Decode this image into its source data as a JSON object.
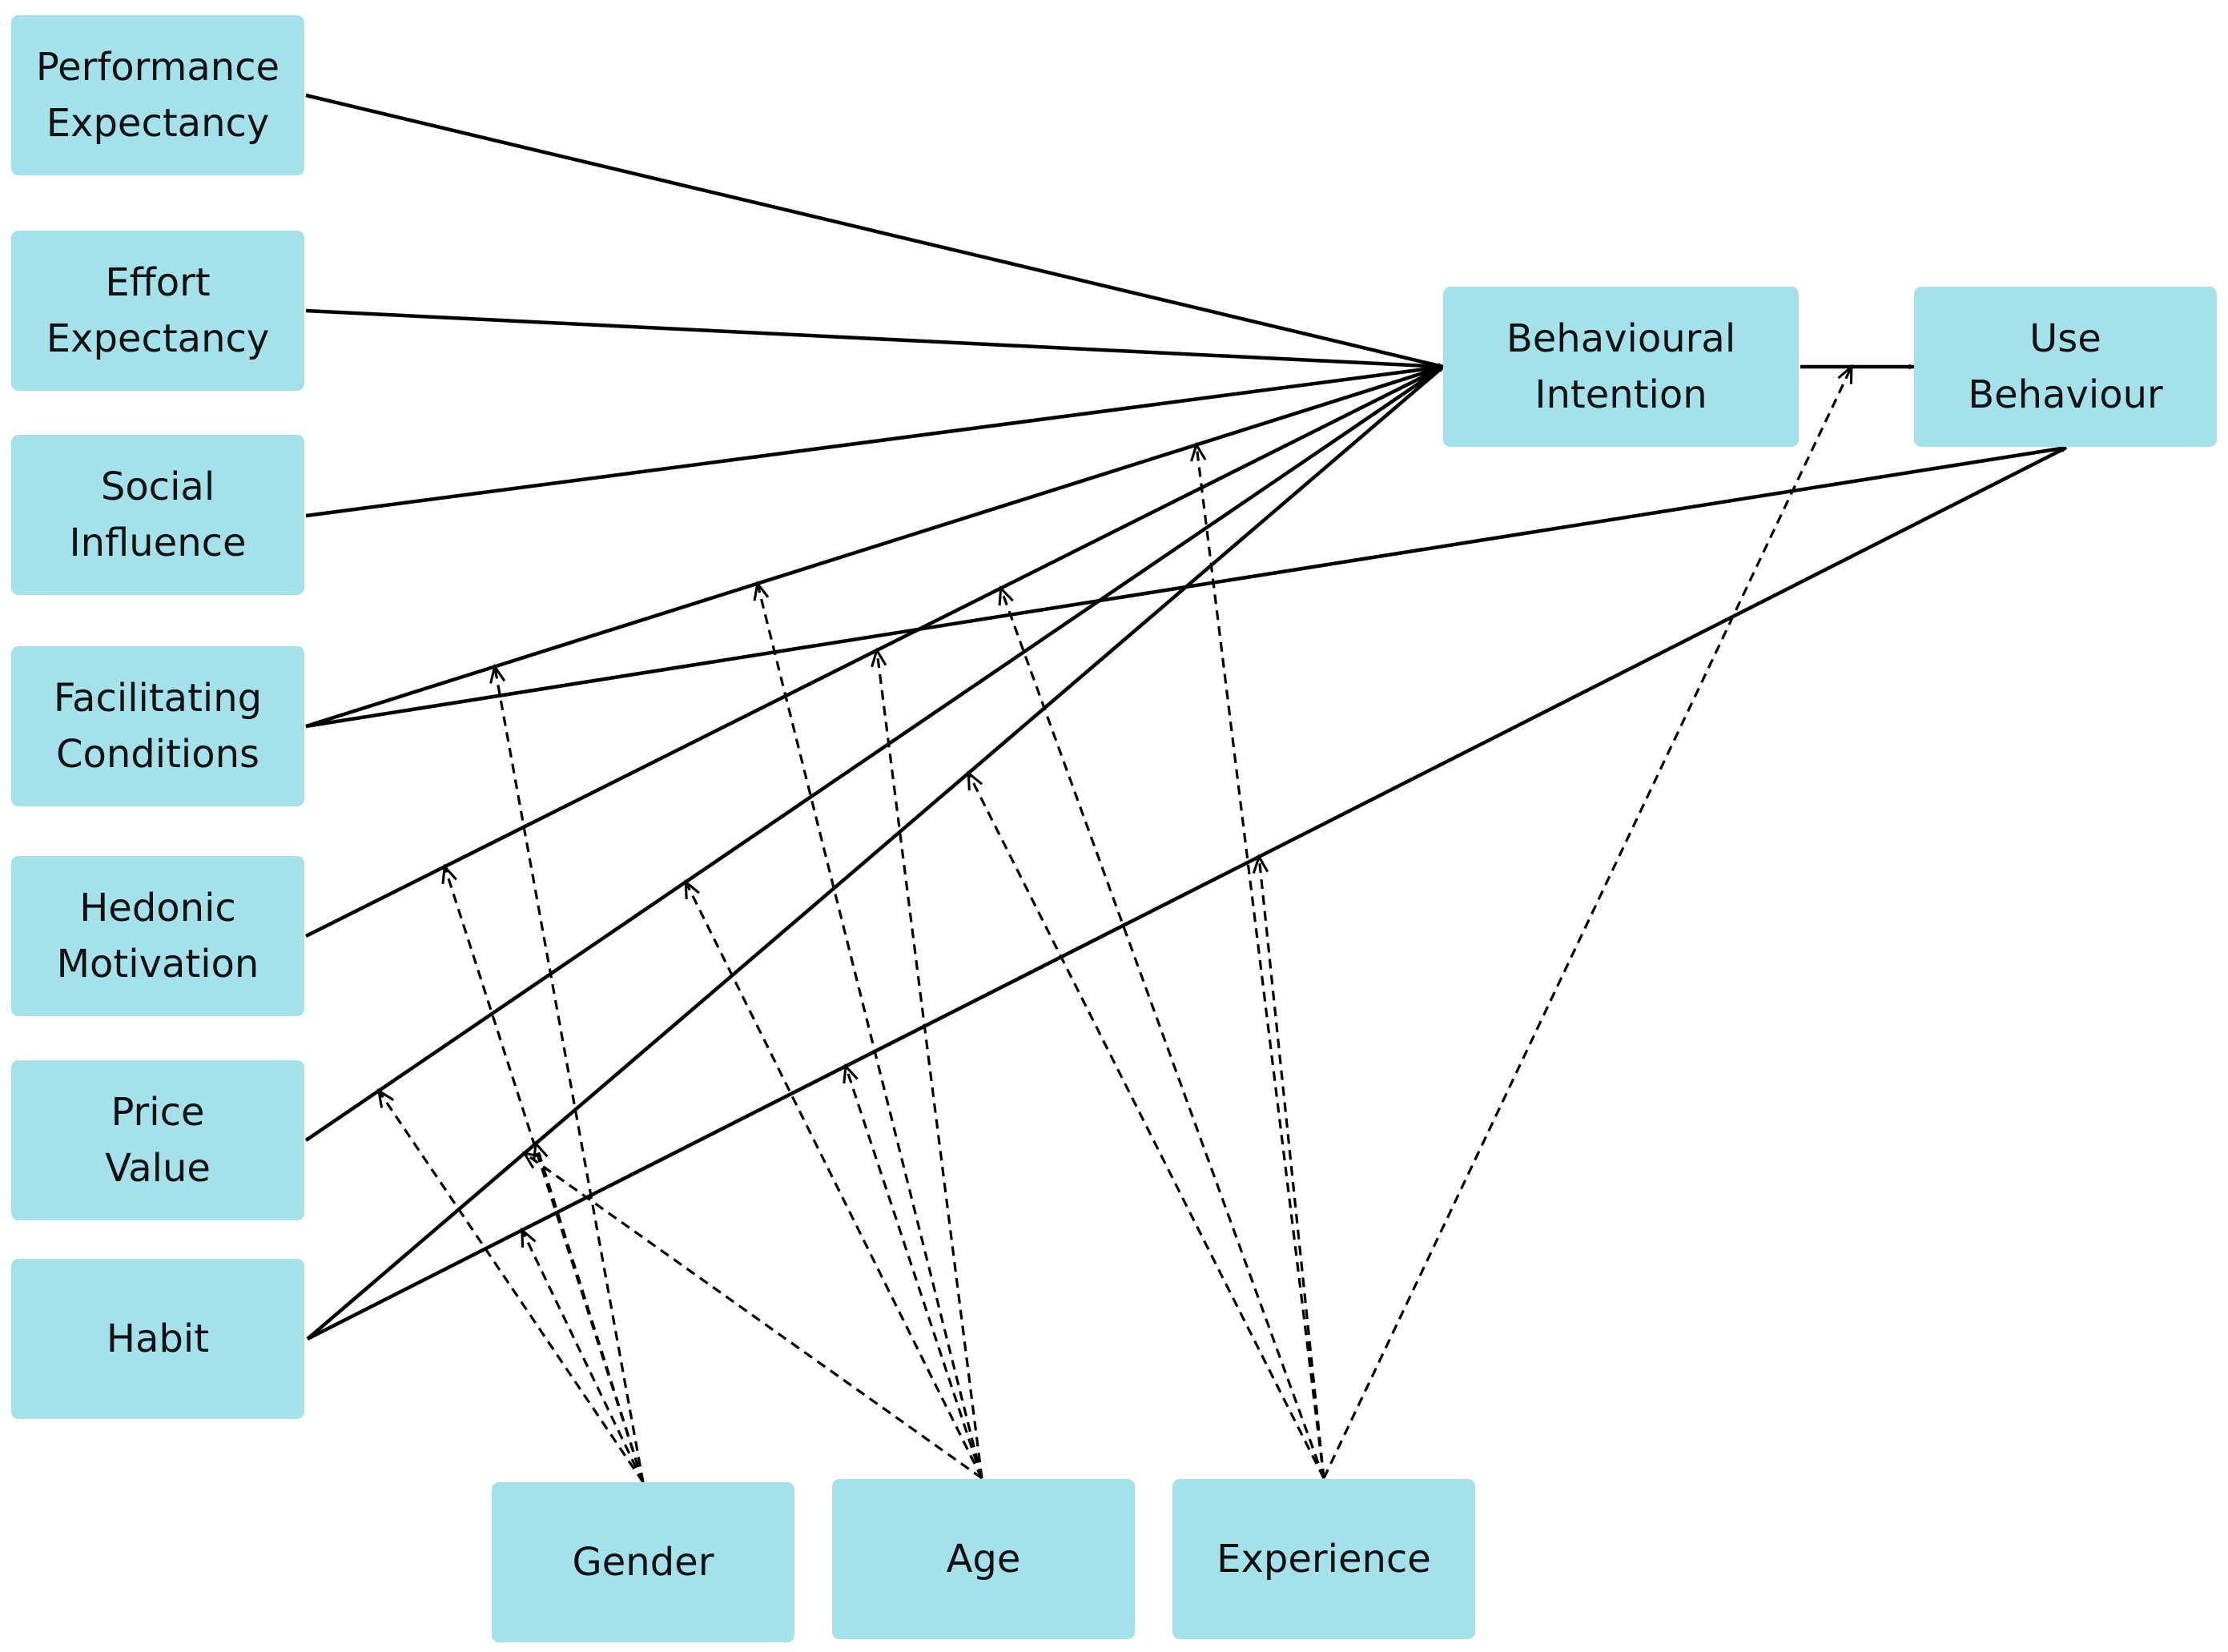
{
  "colors": {
    "box_fill": "#a4e1ea",
    "text": "#111111",
    "solid_arrow": "#000000",
    "dashed_arrow": "#000000"
  },
  "nodes": {
    "performance_expectancy": {
      "lines": [
        "Performance",
        "Expectancy"
      ]
    },
    "effort_expectancy": {
      "lines": [
        "Effort",
        "Expectancy"
      ]
    },
    "social_influence": {
      "lines": [
        "Social",
        "Influence"
      ]
    },
    "facilitating_conditions": {
      "lines": [
        "Facilitating",
        "Conditions"
      ]
    },
    "hedonic_motivation": {
      "lines": [
        "Hedonic",
        "Motivation"
      ]
    },
    "price_value": {
      "lines": [
        "Price",
        "Value"
      ]
    },
    "habit": {
      "lines": [
        "Habit"
      ]
    },
    "behavioural_intention": {
      "lines": [
        "Behavioural",
        "Intention"
      ]
    },
    "use_behaviour": {
      "lines": [
        "Use",
        "Behaviour"
      ]
    },
    "gender": {
      "lines": [
        "Gender"
      ]
    },
    "age": {
      "lines": [
        "Age"
      ]
    },
    "experience": {
      "lines": [
        "Experience"
      ]
    }
  },
  "direct_paths": [
    {
      "from": "performance_expectancy",
      "to": "behavioural_intention"
    },
    {
      "from": "effort_expectancy",
      "to": "behavioural_intention"
    },
    {
      "from": "social_influence",
      "to": "behavioural_intention"
    },
    {
      "from": "facilitating_conditions",
      "to": "behavioural_intention"
    },
    {
      "from": "hedonic_motivation",
      "to": "behavioural_intention"
    },
    {
      "from": "price_value",
      "to": "behavioural_intention"
    },
    {
      "from": "habit",
      "to": "behavioural_intention"
    },
    {
      "from": "behavioural_intention",
      "to": "use_behaviour"
    },
    {
      "from": "facilitating_conditions",
      "to": "use_behaviour"
    },
    {
      "from": "habit",
      "to": "use_behaviour"
    }
  ],
  "moderating_paths": [
    {
      "from": "gender",
      "moderates": [
        "facilitating_conditions",
        "behavioural_intention"
      ]
    },
    {
      "from": "gender",
      "moderates": [
        "hedonic_motivation",
        "behavioural_intention"
      ]
    },
    {
      "from": "gender",
      "moderates": [
        "habit",
        "behavioural_intention"
      ]
    },
    {
      "from": "gender",
      "moderates": [
        "habit",
        "use_behaviour"
      ]
    },
    {
      "from": "gender",
      "moderates": [
        "price_value",
        "behavioural_intention"
      ]
    },
    {
      "from": "age",
      "moderates": [
        "facilitating_conditions",
        "behavioural_intention"
      ]
    },
    {
      "from": "age",
      "moderates": [
        "hedonic_motivation",
        "behavioural_intention"
      ]
    },
    {
      "from": "age",
      "moderates": [
        "price_value",
        "behavioural_intention"
      ]
    },
    {
      "from": "age",
      "moderates": [
        "habit",
        "behavioural_intention"
      ]
    },
    {
      "from": "age",
      "moderates": [
        "habit",
        "use_behaviour"
      ]
    },
    {
      "from": "experience",
      "moderates": [
        "facilitating_conditions",
        "behavioural_intention"
      ]
    },
    {
      "from": "experience",
      "moderates": [
        "hedonic_motivation",
        "behavioural_intention"
      ]
    },
    {
      "from": "experience",
      "moderates": [
        "habit",
        "behavioural_intention"
      ]
    },
    {
      "from": "experience",
      "moderates": [
        "habit",
        "use_behaviour"
      ]
    },
    {
      "from": "experience",
      "moderates": [
        "behavioural_intention",
        "use_behaviour"
      ]
    }
  ]
}
